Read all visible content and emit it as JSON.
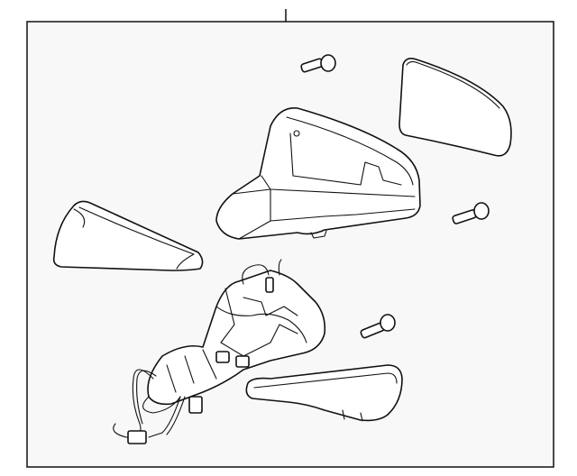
{
  "diagram": {
    "parts": [
      "mirror-glass",
      "mirror-housing",
      "skull-cap-cover",
      "bolt-top",
      "bolt-right",
      "bolt-middle",
      "motor-wiring-assembly",
      "turn-signal-lamp"
    ],
    "colors": {
      "line": "#111111",
      "frame_fill": "#f8f8f8",
      "part_fill": "#ffffff"
    }
  }
}
